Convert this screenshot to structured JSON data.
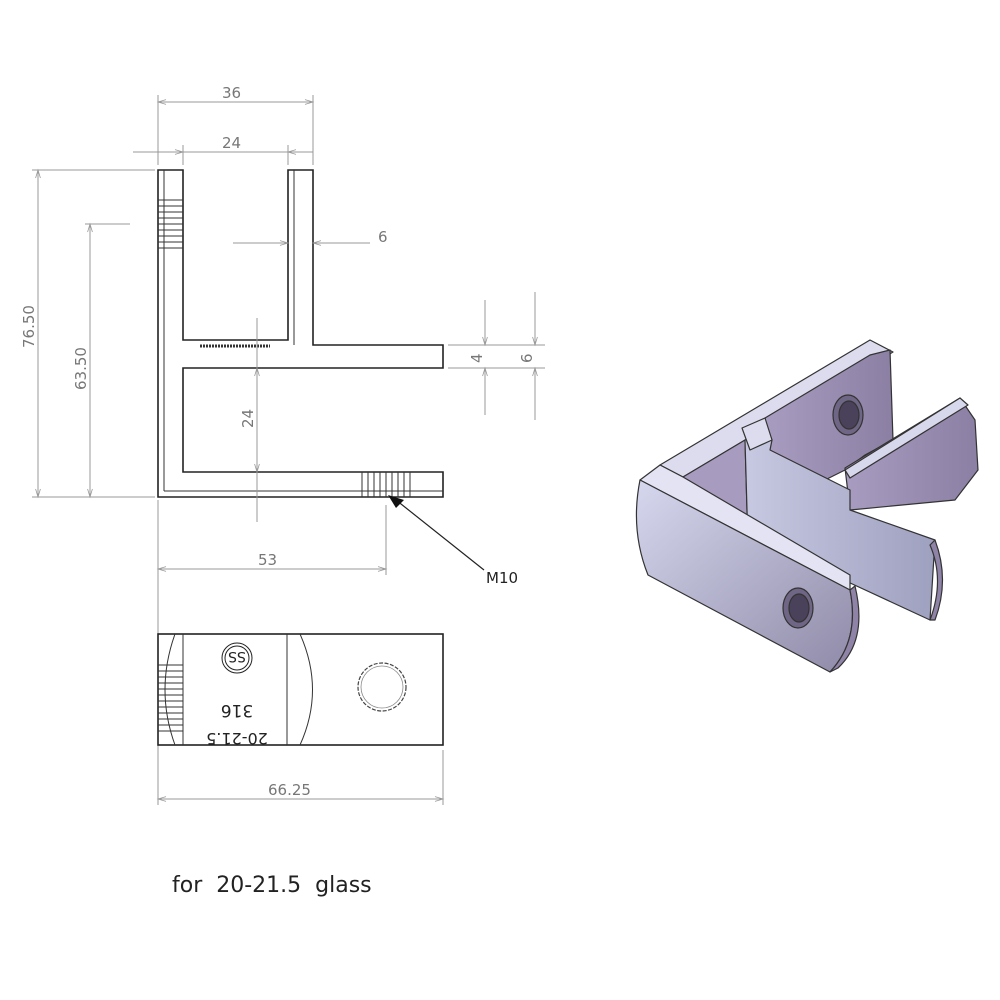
{
  "dimensions": {
    "outer_width": "36",
    "inner_width": "24",
    "wall": "6",
    "total_height": "76.50",
    "thread_height": "63.50",
    "gap": "24",
    "arm_thickness": "4",
    "arm_slot": "6",
    "thread_offset": "53",
    "thread_callout": "M10",
    "total_length": "66.25"
  },
  "engraving": {
    "glass_range": "20-21.5",
    "grade": "316",
    "material_mark": "SS"
  },
  "caption": "for  20-21.5  glass",
  "colors": {
    "line": "#222222",
    "dimension": "#999999",
    "model_face": "#b9b8d6",
    "model_shadow": "#8d82a6"
  }
}
